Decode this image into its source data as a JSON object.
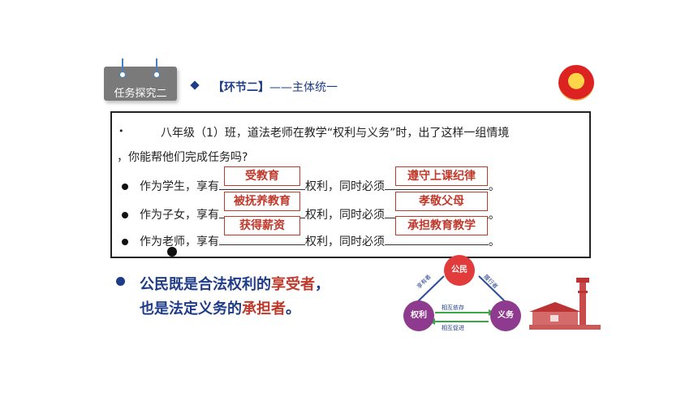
{
  "tag": {
    "label": "任务探究二"
  },
  "section": {
    "title": "【环节二】",
    "subtitle": "——主体统一"
  },
  "scenario": {
    "bullet": "•",
    "intro_line1": "八年级（1）班，道法老师在教学“权利与义务”时，出了这样一组情境",
    "intro_line2": "，你能帮他们完成任务吗?",
    "rows": [
      {
        "prefix": "作为学生，享有",
        "middle": "权利，同时必须",
        "end": "。",
        "right": "受教育",
        "duty": "遵守上课纪律"
      },
      {
        "prefix": "作为子女，享有",
        "middle": "权利，同时必须",
        "end": "。",
        "right": "被抚养教育",
        "duty": "孝敬父母"
      },
      {
        "prefix": "作为老师，享有",
        "middle": "权利，同时必须",
        "end": "。",
        "right": "获得薪资",
        "duty": "承担教育教学"
      }
    ]
  },
  "conclusion": {
    "line1_a": "公民既是合法权利的",
    "line1_b": "享受者",
    "line1_c": "，",
    "line2_a": "也是法定义务的",
    "line2_b": "承担者",
    "line2_c": "。"
  },
  "diagram": {
    "citizen": "公民",
    "rights": "权利",
    "duties": "义务",
    "left_edge": "享有者",
    "right_edge": "履行者",
    "top_arrow": "相互依存",
    "bottom_arrow": "相互促进"
  },
  "colors": {
    "navy": "#1f3c88",
    "red": "#c0392b",
    "tag_gray": "#7a7a7a"
  }
}
